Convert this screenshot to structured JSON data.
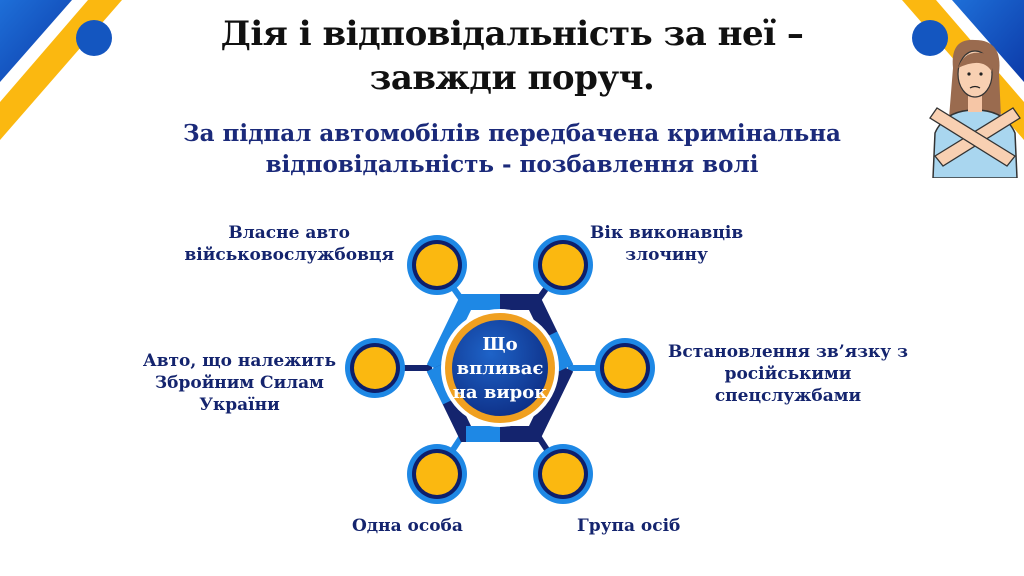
{
  "slide": {
    "title_line1": "Дія і відповідальність за неї –",
    "title_line2": "завжди поруч.",
    "subtitle_line1": "За підпал автомобілів передбачена кримінальна",
    "subtitle_line2": "відповідальність - позбавлення волі"
  },
  "diagram": {
    "center": [
      "Що",
      "впливає",
      "на вирок"
    ],
    "factors": [
      [
        "Власне авто",
        "військовослужбовця"
      ],
      [
        "Вік виконавців",
        "злочину"
      ],
      [
        "Авто, що належить",
        "Збройним Силам",
        "України"
      ],
      [
        "Встановлення зв’язку з",
        "російськими",
        "спецслужбами"
      ],
      [
        "Одна особа"
      ],
      [
        "Група осіб"
      ]
    ]
  },
  "colors": {
    "navy": "#14246e",
    "blue": "#1565c8",
    "light_blue": "#1e88e5",
    "yellow": "#fbb810",
    "dark": "#0d1f6b"
  }
}
